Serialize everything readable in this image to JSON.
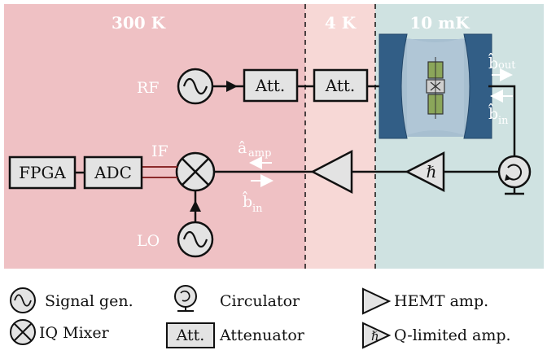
{
  "zones": {
    "room": {
      "label": "300 K",
      "color": "#EFC1C4"
    },
    "four_k": {
      "label": "4 K",
      "color": "#F7D8D6"
    },
    "mk": {
      "label": "10 mK",
      "color": "#CFE2E1"
    }
  },
  "signals": {
    "rf": "RF",
    "lo": "LO",
    "if": "IF",
    "a_amp": "â",
    "a_amp_sub": "amp",
    "b_in": "b̂",
    "b_in_sub": "in",
    "b_out": "b̂",
    "b_out_sub": "out",
    "b_in_top": "b̂",
    "b_in_top_sub": "in"
  },
  "blocks": {
    "att1": "Att.",
    "att2": "Att.",
    "fpga": "FPGA",
    "adc": "ADC",
    "hbar": "ℏ"
  },
  "legend": {
    "signal_gen": "Signal gen.",
    "iq_mixer": "IQ Mixer",
    "circulator": "Circulator",
    "attenuator": "Attenuator",
    "att_box": "Att.",
    "hemt": "HEMT amp.",
    "q_limited": "Q-limited amp.",
    "hbar": "ℏ"
  }
}
